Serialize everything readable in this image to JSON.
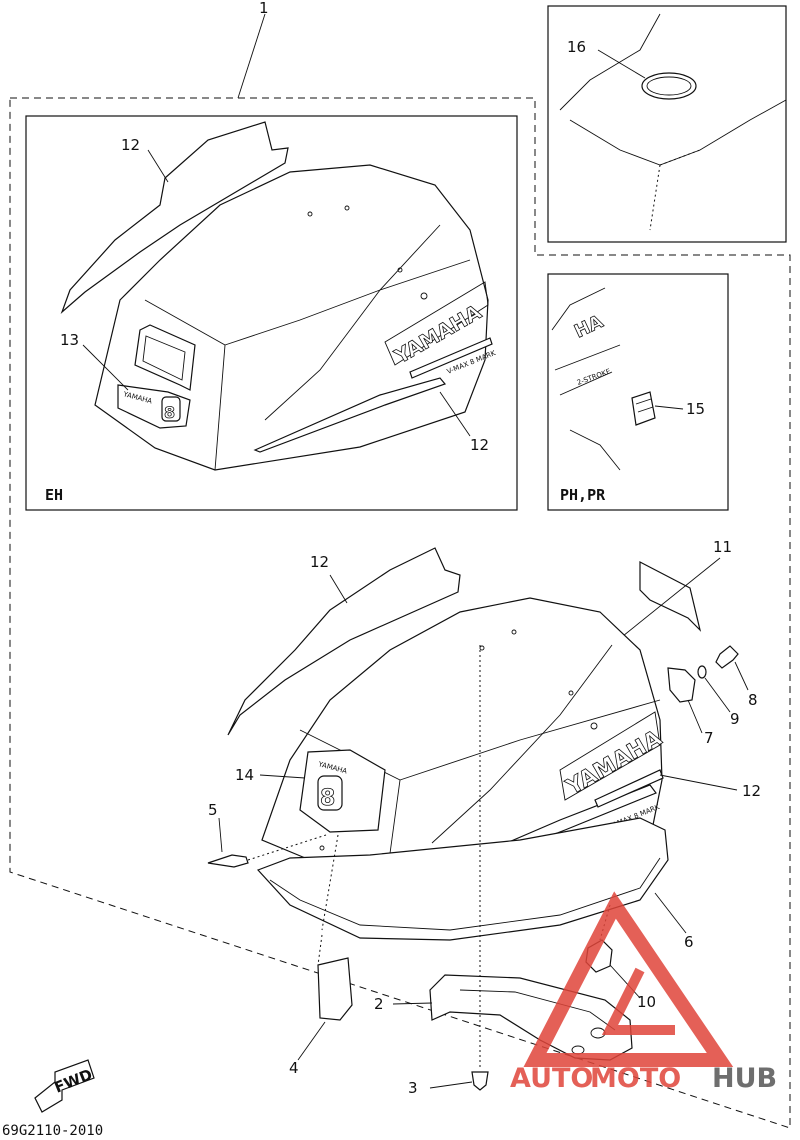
{
  "callouts": {
    "c1": "1",
    "c2": "2",
    "c3": "3",
    "c4": "4",
    "c5": "5",
    "c6": "6",
    "c7": "7",
    "c8": "8",
    "c9": "9",
    "c10": "10",
    "c11": "11",
    "c12_eh_top": "12",
    "c12_eh_bottom": "12",
    "c12_main_top": "12",
    "c12_main_right": "12",
    "c13": "13",
    "c14": "14",
    "c15": "15",
    "c16": "16"
  },
  "variants": {
    "eh": "EH",
    "ph_pr": "PH,PR"
  },
  "decals": {
    "brand": "YAMAHA",
    "number": "8"
  },
  "fwd_label": "FWD",
  "reference_code": "69G2110-2010",
  "watermark": {
    "part1": "AUTO",
    "part2": "MOTO",
    "part3": "HUB"
  },
  "colors": {
    "line": "#111111",
    "watermark_red": "#e0453a",
    "watermark_gray": "#555555"
  }
}
